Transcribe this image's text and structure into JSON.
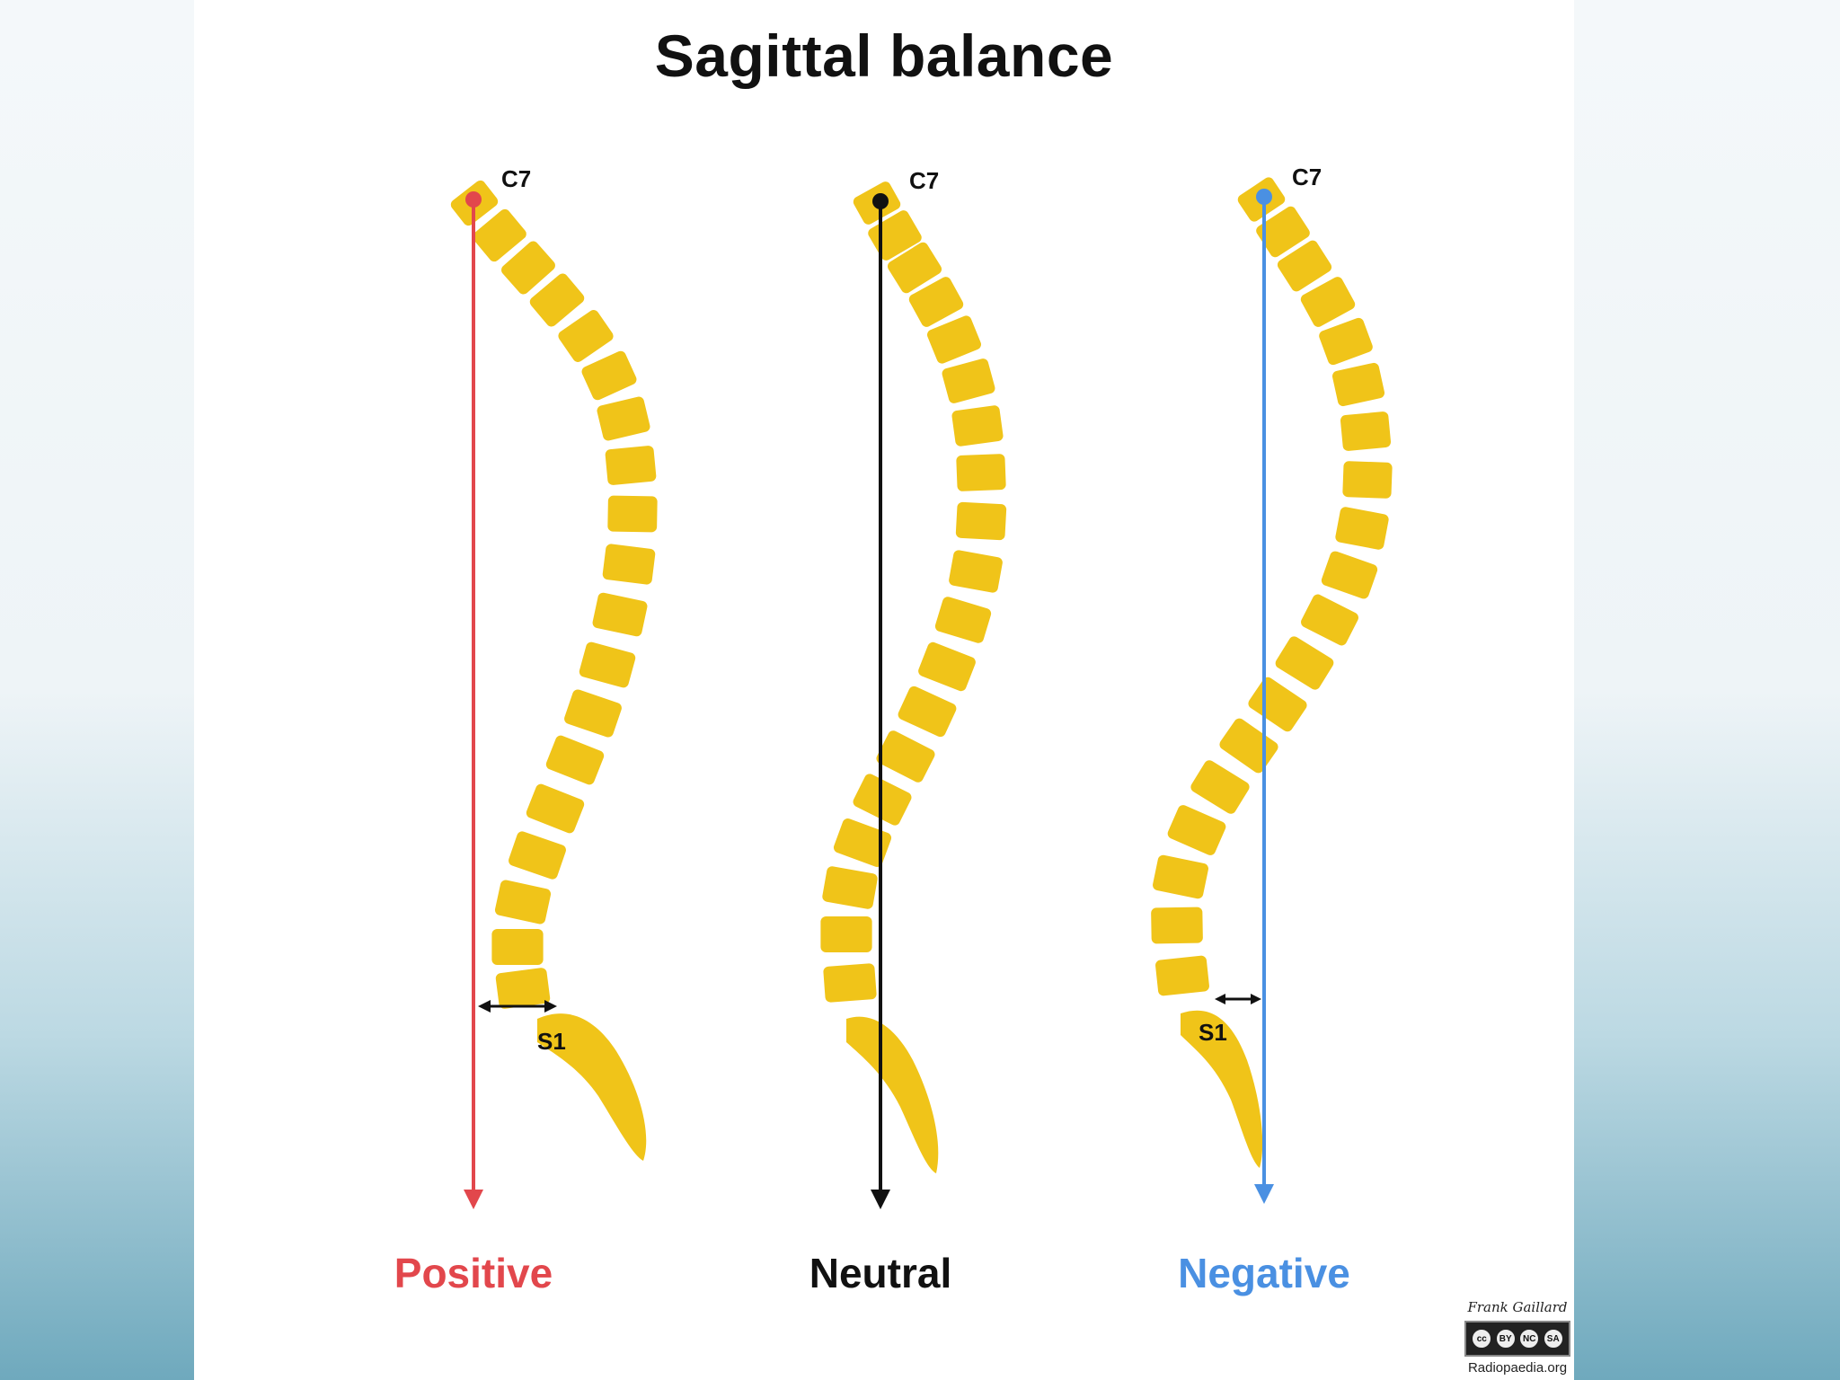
{
  "title": "Sagittal balance",
  "panels": [
    {
      "id": "positive",
      "label": "Positive",
      "top_label": "C7",
      "bottom_label": "S1",
      "color": "#e2474c",
      "offset": "forward"
    },
    {
      "id": "neutral",
      "label": "Neutral",
      "top_label": "C7",
      "color": "#111111",
      "offset": "through-s1"
    },
    {
      "id": "negative",
      "label": "Negative",
      "top_label": "C7",
      "bottom_label": "S1",
      "color": "#4a90e2",
      "offset": "backward"
    }
  ],
  "colors": {
    "vertebra": "#f0c419",
    "arrow": "#111111"
  },
  "credit": {
    "author": "Frank Gaillard",
    "license_icons": [
      "cc-icon",
      "by-icon",
      "nc-icon",
      "sa-icon"
    ],
    "license_text": [
      "cc",
      "BY",
      "NC",
      "SA"
    ],
    "site": "Radiopaedia.org"
  }
}
